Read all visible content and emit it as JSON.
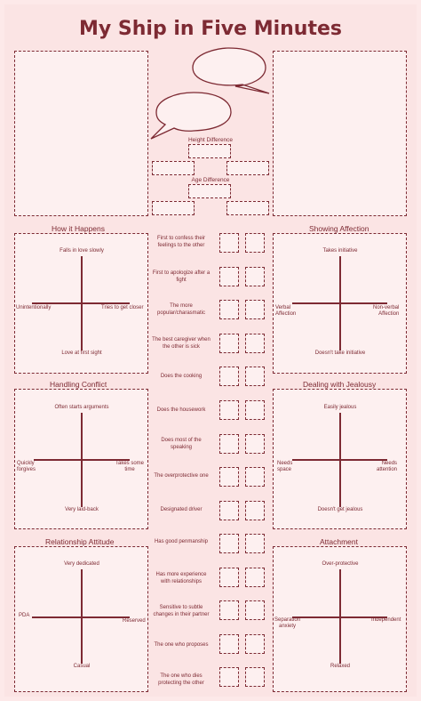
{
  "title": "My Ship in Five Minutes",
  "top": {
    "height_label": "Height Difference",
    "age_label": "Age Difference"
  },
  "panels": {
    "how": {
      "title": "How it Happens",
      "top": "Falls in love slowly",
      "bottom": "Love at first sight",
      "left": "Unintentionally",
      "right": "Tries to get closer"
    },
    "affection": {
      "title": "Showing Affection",
      "top": "Takes initiative",
      "bottom": "Doesn't take initiative",
      "left": "Verbal\nAffection",
      "right": "Non-verbal\nAffection"
    },
    "conflict": {
      "title": "Handling Conflict",
      "top": "Often starts arguments",
      "bottom": "Very laid-back",
      "left": "Quickly\nforgives",
      "right": "Takes some\ntime"
    },
    "jealousy": {
      "title": "Dealing with Jealousy",
      "top": "Easily jealous",
      "bottom": "Doesn't get jealous",
      "left": "Needs\nspace",
      "right": "Needs\nattention"
    },
    "attitude": {
      "title": "Relationship Attitude",
      "top": "Very dedicated",
      "bottom": "Casual",
      "left": "PDA",
      "right": "Reserved"
    },
    "attachment": {
      "title": "Attachment",
      "top": "Over-protective",
      "bottom": "Relaxed",
      "left": "Separation\nanxiety",
      "right": "Independent"
    }
  },
  "questions": [
    "First to confess their feelings to the other",
    "First to apologize after a fight",
    "The more popular/charasmatic",
    "The best caregiver when the other is sick",
    "Does the cooking",
    "Does the housework",
    "Does most of the speaking",
    "The overprotective one",
    "Designated driver",
    "Has good penmanship",
    "Has more experience with relationships",
    "Sensitive to subtle changes in their partner",
    "The one who proposes",
    "The one who dies protecting the other"
  ]
}
